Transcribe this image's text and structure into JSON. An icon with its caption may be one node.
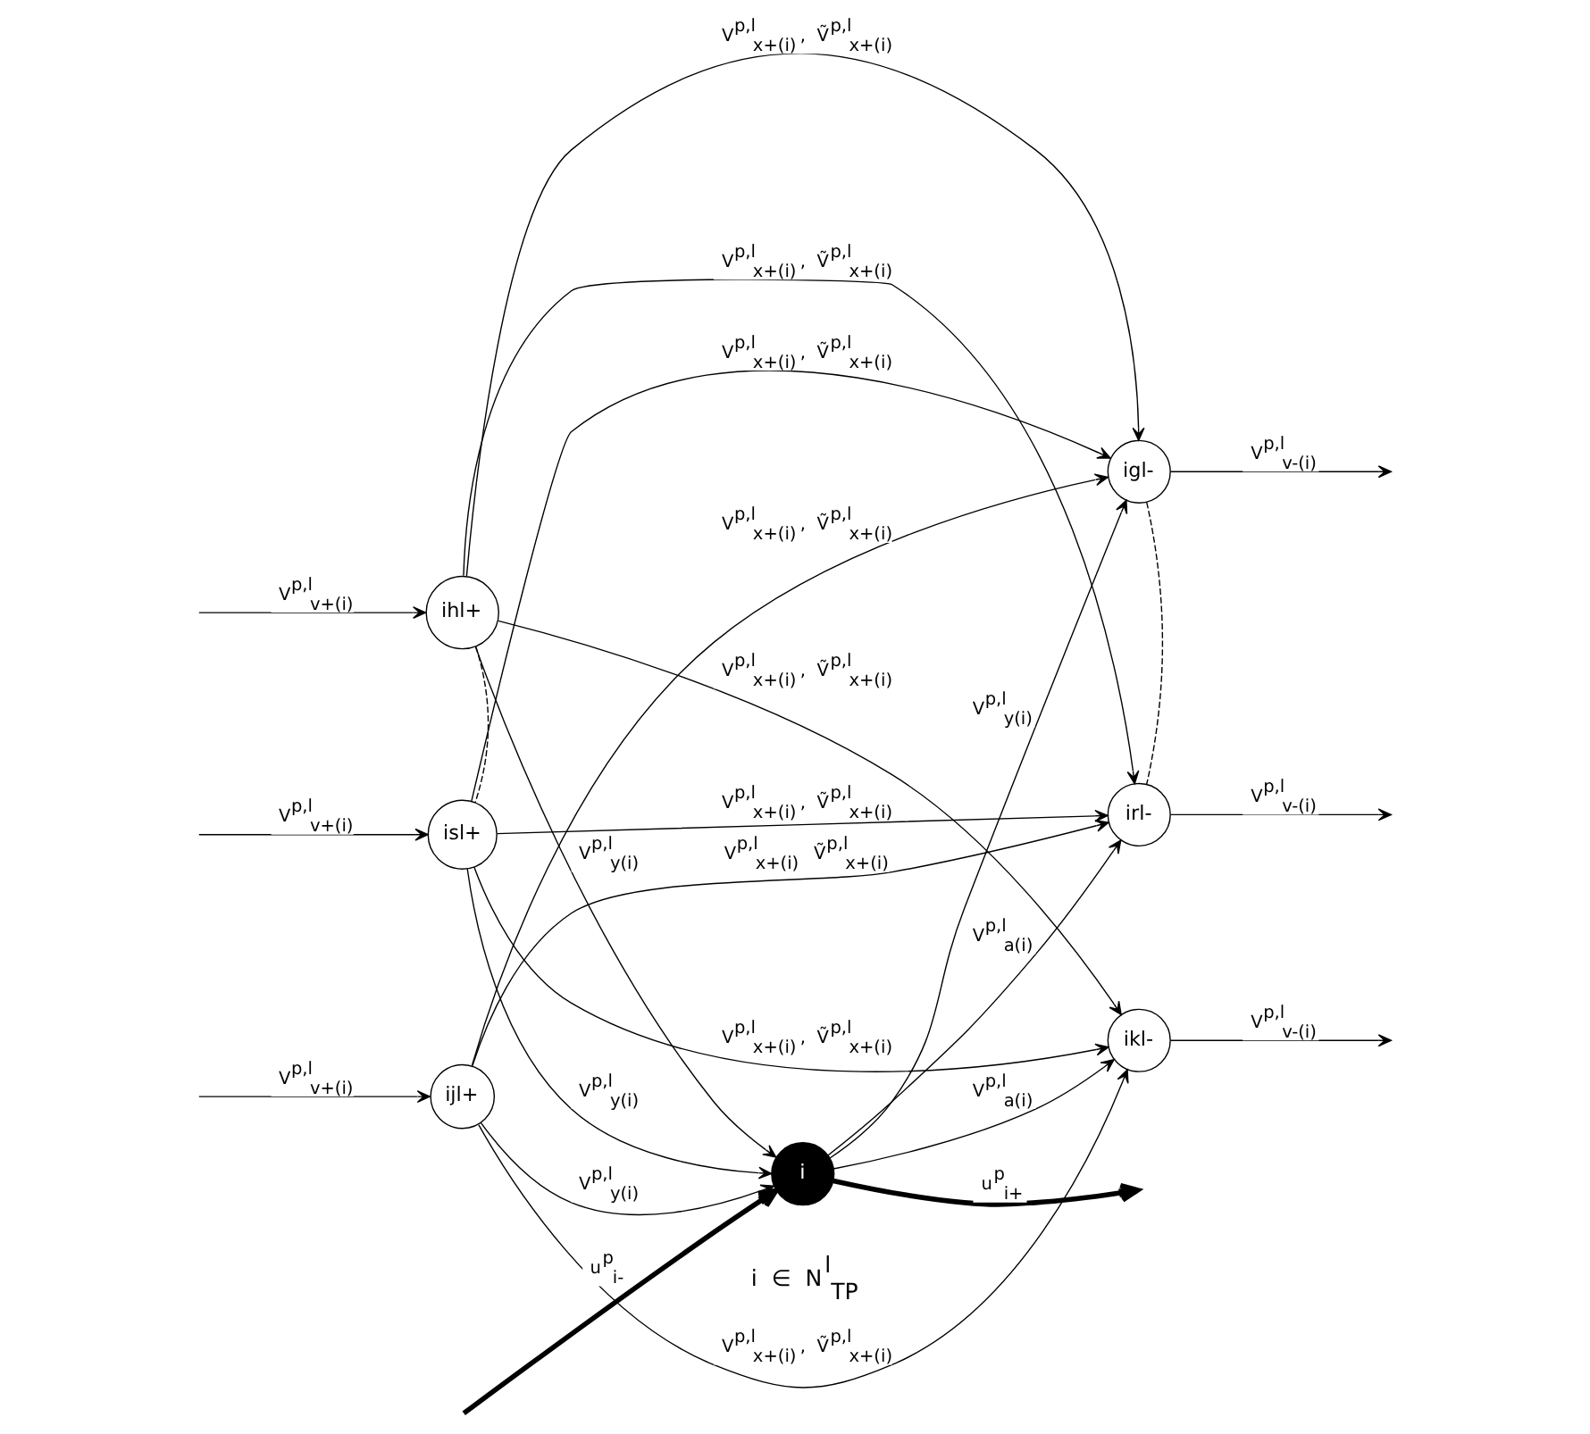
{
  "diagram": {
    "nodes": [
      {
        "text": [
          "ihl+"
        ]
      },
      {
        "text": [
          "isl+"
        ]
      },
      {
        "text": [
          "ijl+"
        ]
      },
      {
        "text": [
          "igl-"
        ]
      },
      {
        "text": [
          "irl-"
        ]
      },
      {
        "text": [
          "ikl-"
        ]
      },
      {
        "text": [
          "i"
        ],
        "beside": [
          "i ∈ N$^{l}$$_{TP}$"
        ]
      }
    ],
    "edges": [
      {
        "from": null,
        "to": 0,
        "arrow": "to",
        "label": "V$^{p,l}$$_{v+(i)}$"
      },
      {
        "from": null,
        "to": 1,
        "arrow": "to",
        "label": "V$^{p,l}$$_{v+(i)}$"
      },
      {
        "from": null,
        "to": 2,
        "arrow": "to",
        "label": "V$^{p,l}$$_{v+(i)}$"
      },
      {
        "from": 0,
        "to": 1,
        "arrow": "none",
        "style": "dashed"
      },
      {
        "from": 3,
        "to": 4,
        "arrow": "none",
        "style": "dashed"
      },
      {
        "from": 0,
        "to": 3,
        "arrow": "to",
        "label": "V$^{p,l}$$_{x+(i)}$ , Ṽ$^{p,l}$$_{x+(i)}$"
      },
      {
        "from": 0,
        "to": 4,
        "arrow": "to",
        "label": "V$^{p,l}$$_{x+(i)}$ , Ṽ$^{p,l}$$_{x+(i)}$"
      },
      {
        "from": 0,
        "to": 5,
        "arrow": "to",
        "label": "V$^{p,l}$$_{x+(i)}$ , Ṽ$^{p,l}$$_{x+(i)}$"
      },
      {
        "from": 0,
        "to": 6,
        "arrow": "to",
        "label": "V$^{p,l}$$_{y(i)}$"
      },
      {
        "from": 1,
        "to": 3,
        "arrow": "to",
        "label": "V$^{p,l}$$_{x+(i)}$ , Ṽ$^{p,l}$$_{x+(i)}$"
      },
      {
        "from": 1,
        "to": 4,
        "arrow": "to",
        "label": "V$^{p,l}$$_{x+(i)}$ , Ṽ$^{p,l}$$_{x+(i)}$"
      },
      {
        "from": 1,
        "to": 5,
        "arrow": "to",
        "label": "V$^{p,l}$$_{x+(i)}$ , Ṽ$^{p,l}$$_{x+(i)}$"
      },
      {
        "from": 1,
        "to": 6,
        "arrow": "to",
        "label": "V$^{p,l}$$_{y(i)}$"
      },
      {
        "from": 2,
        "to": 3,
        "arrow": "to",
        "label": "V$^{p,l}$$_{x+(i)}$ , Ṽ$^{p,l}$$_{x+(i)}$"
      },
      {
        "from": 2,
        "to": 4,
        "arrow": "to",
        "label": "V$^{p,l}$$_{x+(i)}$  Ṽ$^{p,l}$$_{x+(i)}$"
      },
      {
        "from": 2,
        "to": 5,
        "arrow": "to",
        "label": "V$^{p,l}$$_{x+(i)}$ , Ṽ$^{p,l}$$_{x+(i)}$"
      },
      {
        "from": 2,
        "to": 6,
        "arrow": "to",
        "label": "V$^{p,l}$$_{y(i)}$"
      },
      {
        "from": 6,
        "to": 3,
        "arrow": "to",
        "label": "V$^{p,l}$$_{y(i)}$"
      },
      {
        "from": 6,
        "to": 4,
        "arrow": "to",
        "label": "V$^{p,l}$$_{a(i)}$"
      },
      {
        "from": 6,
        "to": 5,
        "arrow": "to",
        "label": "V$^{p,l}$$_{a(i)}$"
      },
      {
        "from": 3,
        "to": null,
        "arrow": "to",
        "label": "V$^{p,l}$$_{v-(i)}$"
      },
      {
        "from": 4,
        "to": null,
        "arrow": "to",
        "label": "V$^{p,l}$$_{v-(i)}$"
      },
      {
        "from": 5,
        "to": null,
        "arrow": "to",
        "label": "V$^{p,l}$$_{v-(i)}$"
      },
      {
        "from": null,
        "to": 6,
        "arrow": "to",
        "style": "thick",
        "label": "u$^{p}$$_{i-}$"
      },
      {
        "from": 6,
        "to": null,
        "arrow": "to",
        "style": "thick",
        "label": "u$^{p}$$_{i+}$"
      }
    ]
  }
}
